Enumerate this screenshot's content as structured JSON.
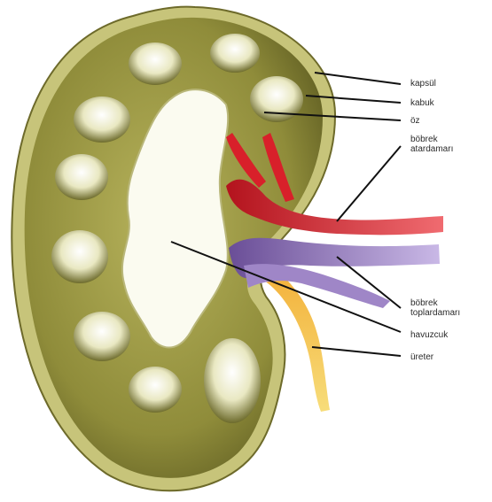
{
  "labels": {
    "kapsul": "kapsül",
    "kabuk": "kabuk",
    "oz": "öz",
    "atardamar_1": "böbrek",
    "atardamar_2": "atardamarı",
    "toplardamar_1": "böbrek",
    "toplardamar_2": "toplardamarı",
    "havuzcuk": "havuzcuk",
    "ureter": "üreter"
  },
  "colors": {
    "cortex": "#8f8f3c",
    "capsule": "#c7c47a",
    "medulla": "#efefc9",
    "pelvis": "#fbfbf0",
    "artery": "#d8202a",
    "vein": "#8a6fb3",
    "ureter": "#e8a020",
    "leader_line": "#111111"
  }
}
